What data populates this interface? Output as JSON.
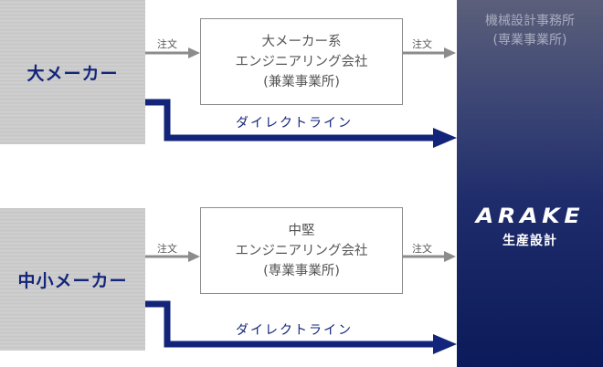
{
  "clients": [
    {
      "label": "大メーカー"
    },
    {
      "label": "中小メーカー"
    }
  ],
  "middle_boxes": [
    {
      "line1": "大メーカー系",
      "line2": "エンジニアリング会社",
      "line3": "(兼業事業所)"
    },
    {
      "line1": "中堅",
      "line2": "エンジニアリング会社",
      "line3": "(専業事業所)"
    }
  ],
  "right_panel": {
    "heading_line1": "機械設計事務所",
    "heading_line2": "(専業事業所)",
    "logo": "ARAKE",
    "subtitle": "生産設計"
  },
  "order_label": "注文",
  "direct_line_label": "ダイレクトライン",
  "colors": {
    "navy": "#13257a",
    "gray_arrow": "#8c8c8c"
  }
}
